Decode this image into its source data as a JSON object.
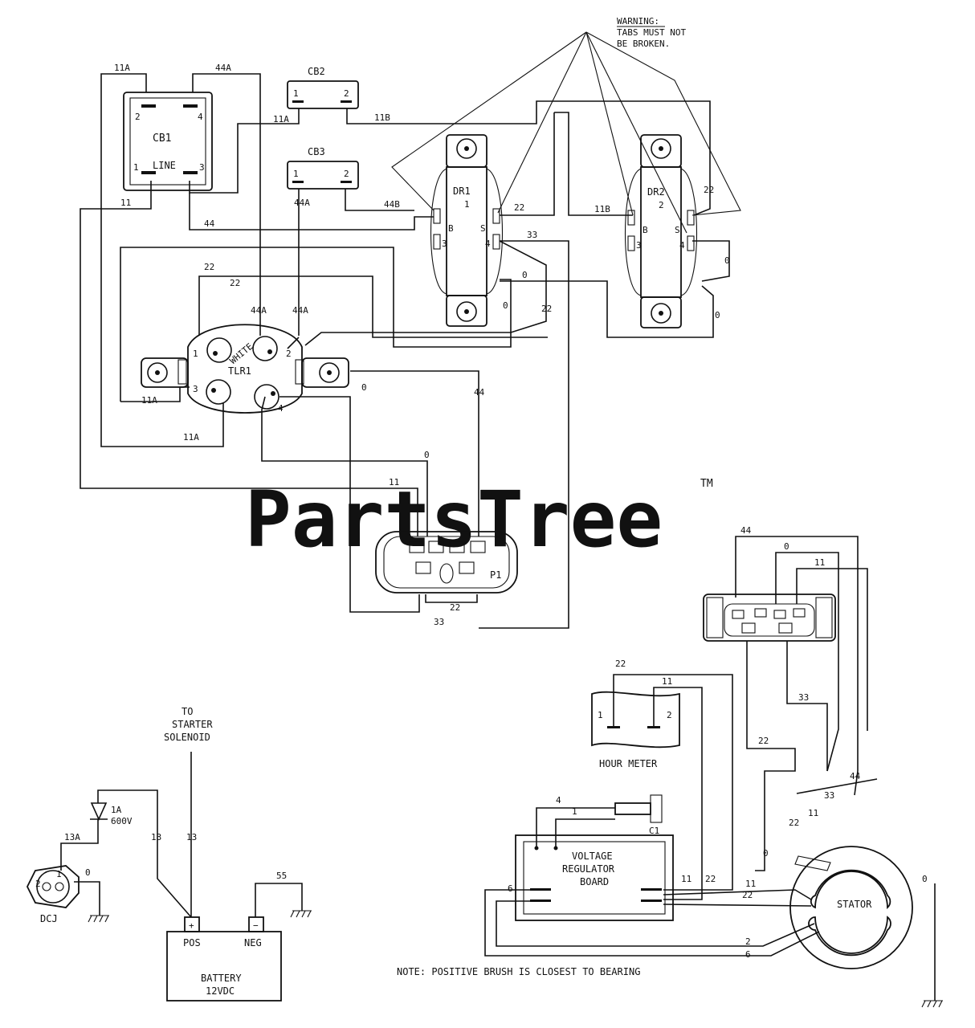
{
  "watermark": {
    "brand": "PartsTree",
    "trademark": "TM"
  },
  "warning": {
    "line1": "WARNING:",
    "line2": "TABS MUST NOT",
    "line3": "BE BROKEN."
  },
  "components": {
    "cb1": {
      "name": "CB1",
      "line": "LINE",
      "t1": "1",
      "t2": "2",
      "t3": "3",
      "t4": "4"
    },
    "cb2": {
      "name": "CB2",
      "t1": "1",
      "t2": "2"
    },
    "cb3": {
      "name": "CB3",
      "t1": "1",
      "t2": "2"
    },
    "dr1": {
      "name": "DR1",
      "num": "1",
      "tB": "B",
      "t3": "3",
      "tS": "S",
      "t4": "4"
    },
    "dr2": {
      "name": "DR2",
      "num": "2",
      "tB": "B",
      "t3": "3",
      "tS": "S",
      "t4": "4"
    },
    "tlr1": {
      "name": "TLR1",
      "label": "WHITE",
      "t1": "1",
      "t2": "2",
      "t3": "3",
      "t4": "4"
    },
    "p1": {
      "name": "P1"
    },
    "hour_meter": {
      "label": "HOUR METER",
      "t1": "1",
      "t2": "2"
    },
    "vreg": {
      "line1": "VOLTAGE",
      "line2": "REGULATOR",
      "line3": "BOARD",
      "tag": "C1",
      "t6": "6"
    },
    "stator": {
      "label": "STATOR"
    },
    "battery": {
      "line1": "BATTERY",
      "line2": "12VDC",
      "pos": "POS",
      "neg": "NEG",
      "plus": "+",
      "minus": "−"
    },
    "dcj": {
      "label": "DCJ",
      "p1": "1",
      "p2": "2"
    },
    "diode": {
      "amps": "1A",
      "volts": "600V"
    },
    "starter": {
      "line1": "TO",
      "line2": "STARTER",
      "line3": "SOLENOID"
    }
  },
  "note": "NOTE: POSITIVE BRUSH IS CLOSEST TO BEARING",
  "wire_labels": {
    "w11a_top": "11A",
    "w44a_top": "44A",
    "w11a_cb2": "11A",
    "w11b_top": "11B",
    "w11_left": "11",
    "w44_mid": "44",
    "w44a_cb3": "44A",
    "w44b": "44B",
    "w22_dr1": "22",
    "w33_dr1": "33",
    "w0_dr1": "0",
    "w0_dr1b": "0",
    "w22_dr1b": "22",
    "w11b_dr2": "11B",
    "w22_dr2": "22",
    "w0_dr2a": "0",
    "w0_dr2b": "0",
    "w22_tlr_a": "22",
    "w22_tlr_b": "22",
    "w44a_tlr_a": "44A",
    "w44a_tlr_b": "44A",
    "w11a_tlr": "11A",
    "w11a_bottom": "11A",
    "w0_tlr": "0",
    "w44_p1": "44",
    "w0_p1": "0",
    "w11_p1": "11",
    "w22_p1": "22",
    "w33_p1": "33",
    "w44_rc": "44",
    "w0_rc": "0",
    "w11_rc": "11",
    "w33_rc": "33",
    "w22_rc": "22",
    "w22_rc_b": "22",
    "w11_rc_b": "11",
    "w33_rc_b": "33",
    "w44_rc_b": "44",
    "w0_rc_b": "0",
    "w22_hm": "22",
    "w11_hm": "11",
    "w4_vr": "4",
    "w1_vr": "1",
    "w11_vr": "11",
    "w22_vr": "22",
    "w11_st": "11",
    "w22_st": "22",
    "w2_st": "2",
    "w6_st": "6",
    "w0_st": "0",
    "w13a": "13A",
    "w13": "13",
    "w13_sol": "13",
    "w0_dcj": "0",
    "w55": "55"
  }
}
